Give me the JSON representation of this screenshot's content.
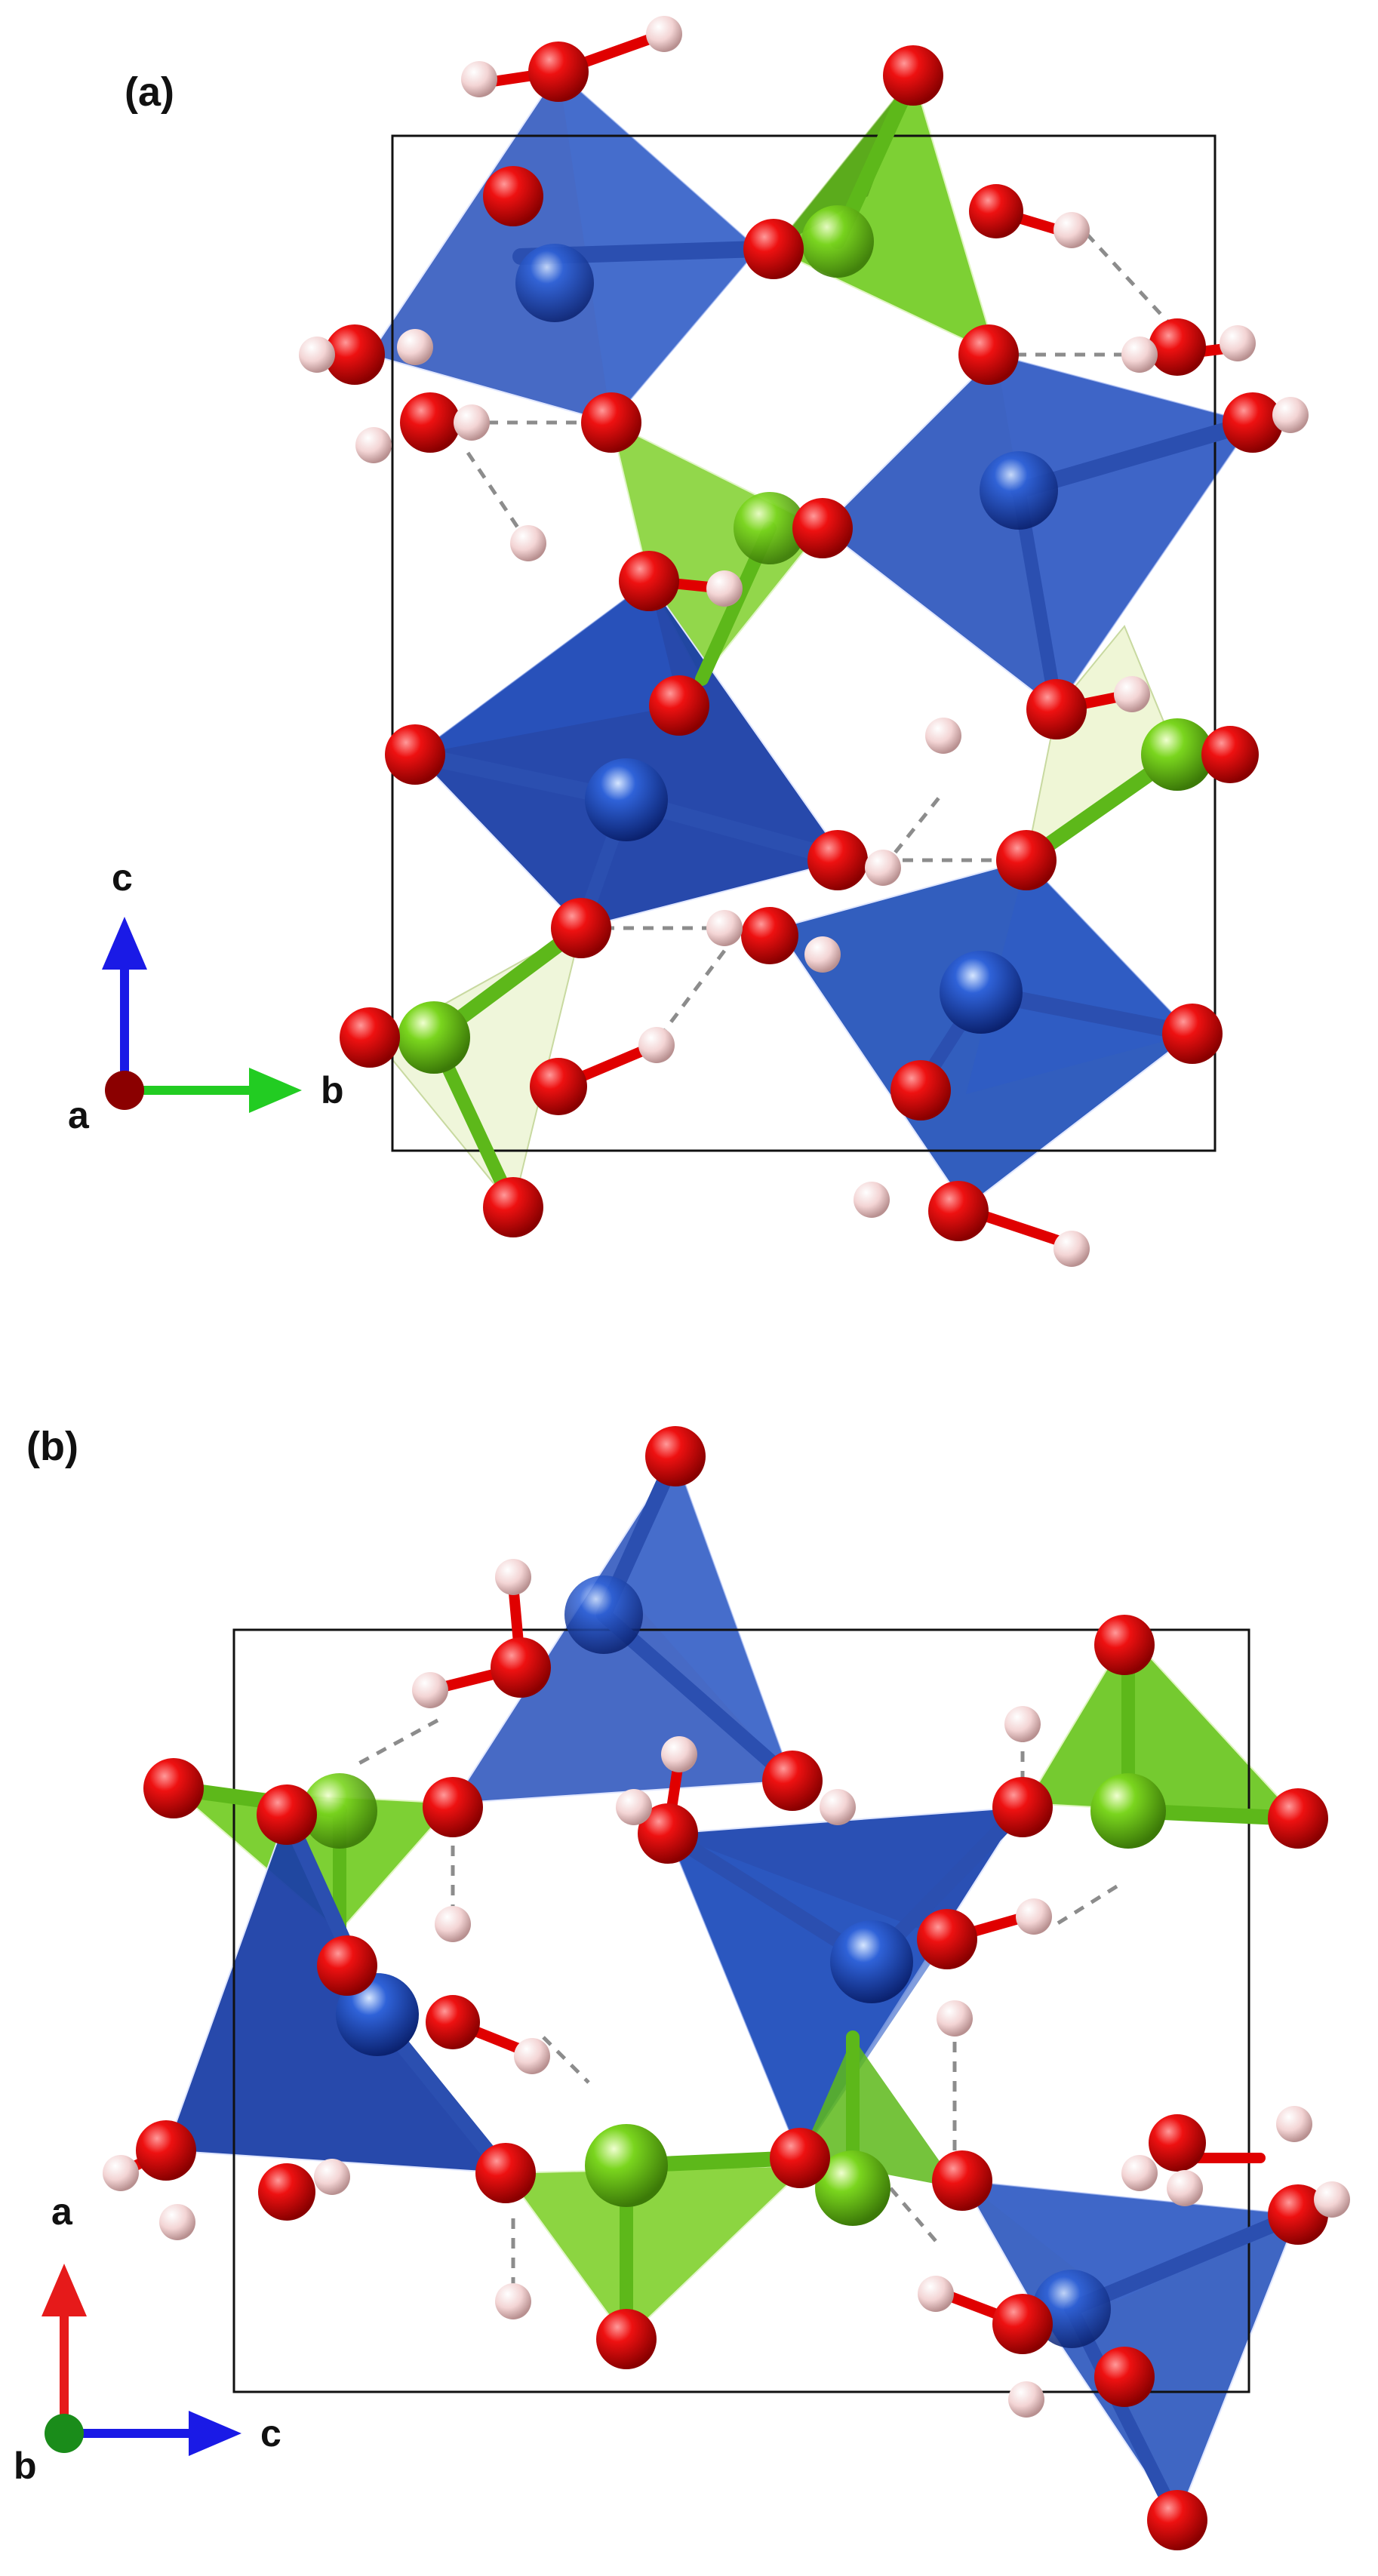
{
  "figure": {
    "panels": [
      {
        "id": "a",
        "label": "(a)",
        "axes": {
          "vertical": "c",
          "horizontal": "b",
          "out_of_plane": "a"
        },
        "axis_colors": {
          "vertical": "#1a1ae6",
          "horizontal": "#22cc22",
          "out_of_plane": "#8b0000"
        }
      },
      {
        "id": "b",
        "label": "(b)",
        "axes": {
          "vertical": "a",
          "horizontal": "c",
          "out_of_plane": "b"
        },
        "axis_colors": {
          "vertical": "#e61a1a",
          "horizontal": "#1a1ae6",
          "out_of_plane": "#1a8c1a"
        }
      }
    ],
    "atom_colors": {
      "oxygen": "#e00000",
      "hydrogen": "#f6d6d6",
      "blue_center": "#1f49b8",
      "green_center": "#6fcf1a"
    },
    "polyhedron_colors": {
      "blue": "#1f45b0",
      "green": "#66c41a",
      "pale": "#eef5d6"
    }
  }
}
